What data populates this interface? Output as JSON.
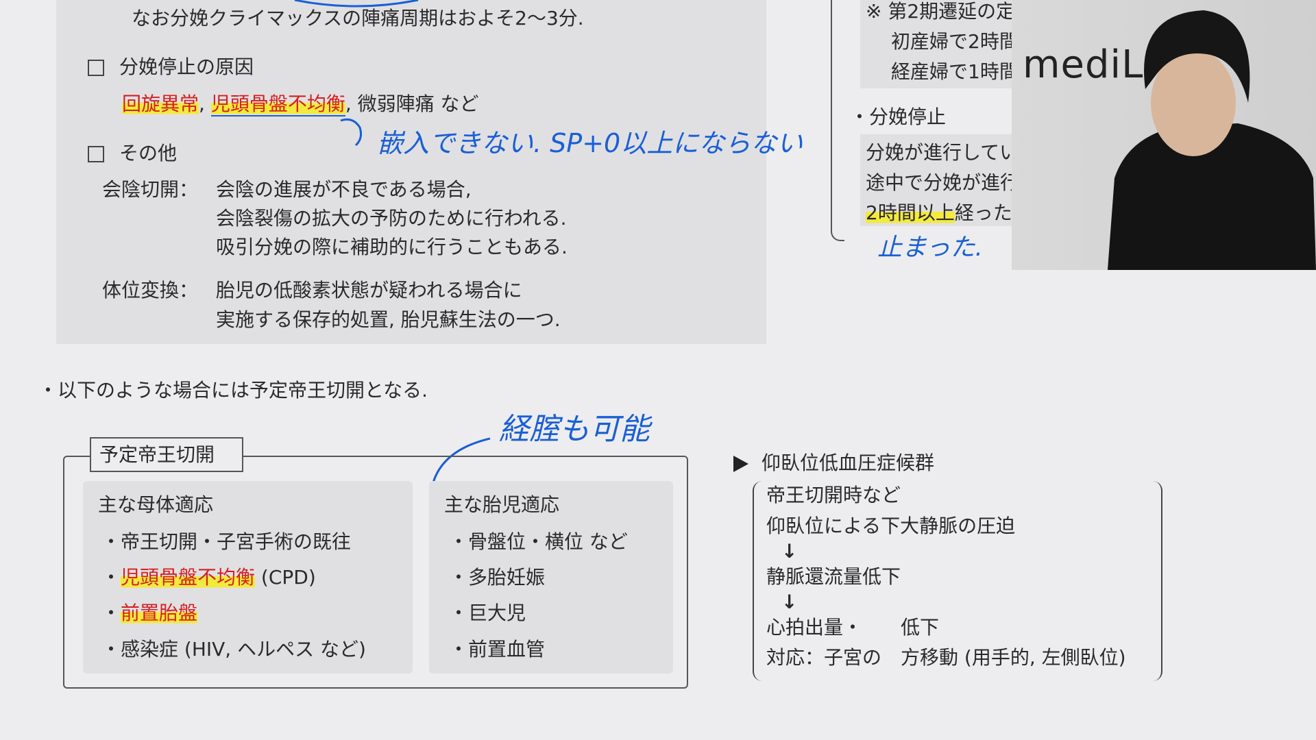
{
  "top_panel": {
    "note": "なお分娩クライマックスの陣痛周期はおよそ2〜3分.",
    "cause_heading": "分娩停止の原因",
    "causes": {
      "c1": "回旋異常",
      "sep1": ", ",
      "c2": "児頭骨盤不均衡",
      "rest": ", 微弱陣痛 など"
    },
    "other_heading": "その他",
    "episiotomy": {
      "term": "会陰切開：",
      "lines": [
        "会陰の進展が不良である場合,",
        "会陰裂傷の拡大の予防のために行われる.",
        "吸引分娩の際に補助的に行うこともある."
      ]
    },
    "position_change": {
      "term": "体位変換：",
      "lines": [
        "胎児の低酸素状態が疑われる場合に",
        "実施する保存的処置, 胎児蘇生法の一つ."
      ]
    }
  },
  "right_top": {
    "delay_note": [
      "※ 第2期遷延の定",
      "初産婦で2時間",
      "経産婦で1時間"
    ],
    "arrest_heading": "・分娩停止",
    "arrest_lines": [
      "分娩が進行してい",
      "途中で分娩が進行",
      "経った"
    ],
    "arrest_highlight": "2時間以上"
  },
  "handwriting": {
    "engagement": "嵌入できない. SP+0以上にならない",
    "stopped": "止まった.",
    "transvaginal": "経腟も可能"
  },
  "bullet": "・以下のような場合には予定帝王切開となる.",
  "cesarean": {
    "title": "予定帝王切開",
    "maternal": {
      "heading": "主な母体適応",
      "items": [
        "・帝王切開・子宮手術の既往",
        "児頭骨盤不均衡",
        "前置胎盤",
        "・感染症 (HIV, ヘルペス など)"
      ],
      "cpd_suffix": " (CPD)",
      "dot": "・"
    },
    "fetal": {
      "heading": "主な胎児適応",
      "items": [
        "・骨盤位・横位 など",
        "・多胎妊娠",
        "・巨大児",
        "・前置血管"
      ]
    }
  },
  "syndrome": {
    "title": "仰臥位低血圧症候群",
    "lines": [
      "帝王切開時など",
      "仰臥位による下大静脈の圧迫",
      "静脈還流量低下",
      "心拍出量・　　低下",
      "対応：子宮の　方移動 (用手的, 左側臥位)"
    ],
    "arrow": "↓"
  },
  "webcam": {
    "logo": "mediL"
  },
  "colors": {
    "highlight": "#f3ea3c",
    "red": "#d81e1e",
    "ink": "#1a5fd6"
  }
}
